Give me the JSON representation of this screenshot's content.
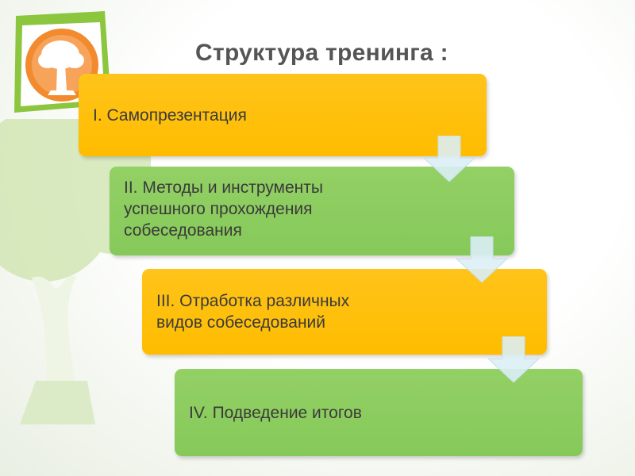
{
  "title": "Структура тренинга :",
  "steps": [
    {
      "text": "I. Самопрезентация",
      "color": "#ffc000"
    },
    {
      "text": "II. Методы и инструменты\nуспешного прохождения\nсобеседования",
      "color": "#8ccb5e"
    },
    {
      "text": "III. Отработка различных\nвидов собеседований",
      "color": "#ffc000"
    },
    {
      "text": "IV. Подведение итогов",
      "color": "#8ccb5e"
    }
  ],
  "icons": {
    "logo": "tree-logo-icon",
    "background": "tree-background-icon",
    "connector": "arrow-down-icon"
  },
  "colors": {
    "logo_orange": "#f28b2e",
    "logo_green": "#8cc63f",
    "title": "#555555",
    "arrow": "#dbeef5"
  }
}
